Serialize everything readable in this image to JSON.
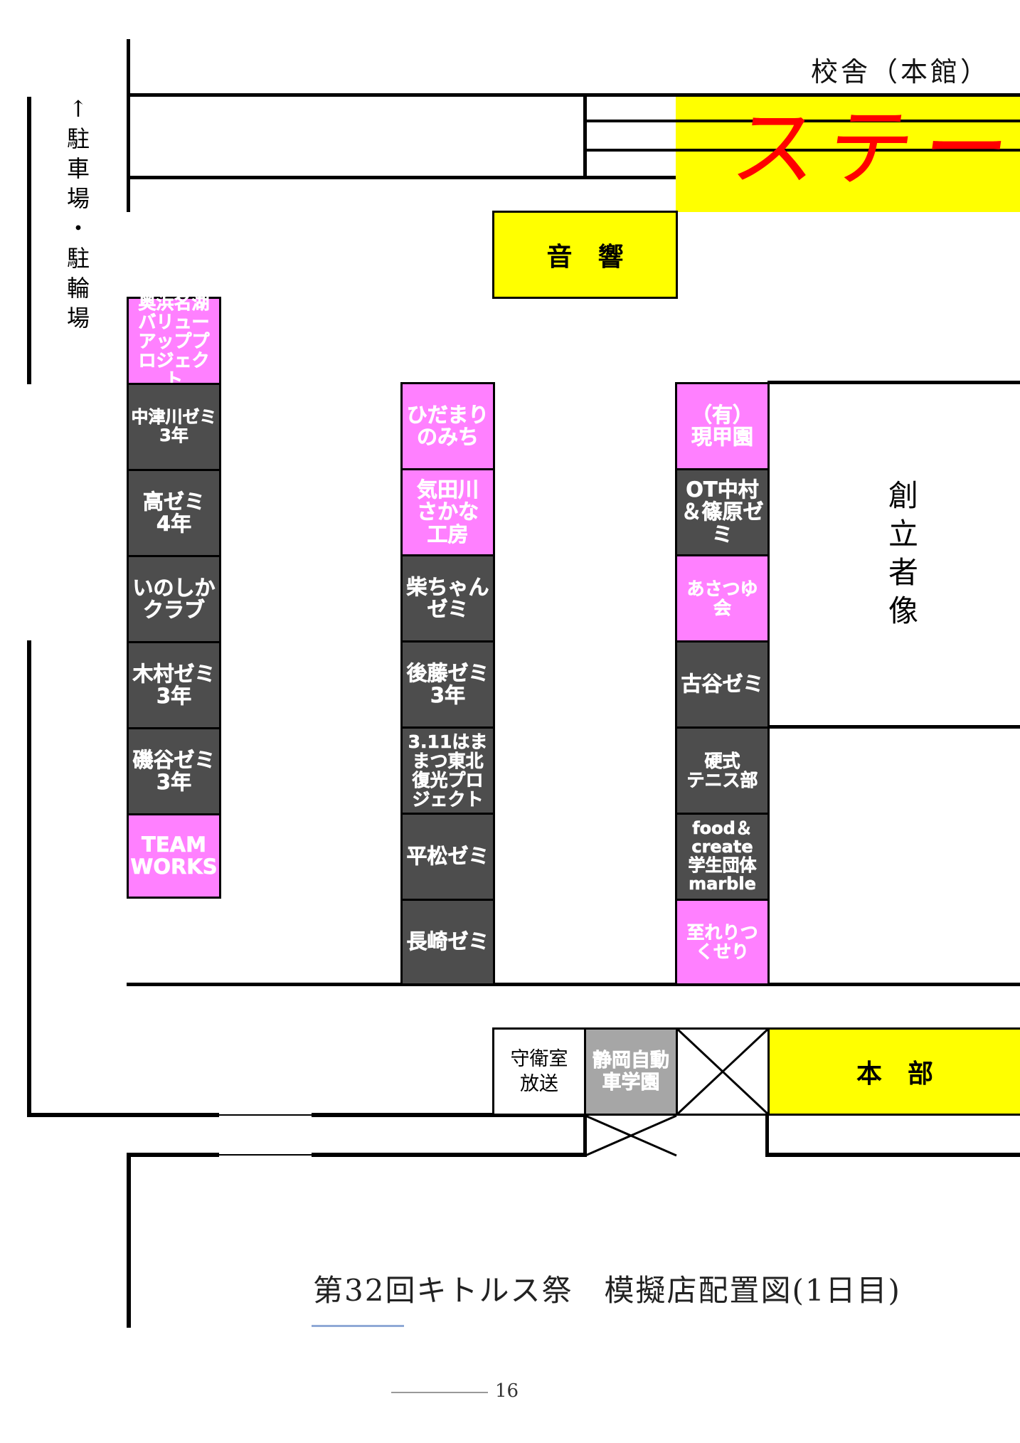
{
  "header": {
    "building_label": "校舎（本館）",
    "stage_label": "ステー",
    "sound_label": "音　響"
  },
  "parking_label": [
    "↑",
    "駐",
    "車",
    "場",
    "・",
    "駐",
    "輪",
    "場"
  ],
  "founder_label": [
    "創",
    "立",
    "者",
    "像"
  ],
  "columns": {
    "left": [
      {
        "label": "奥浜名湖\nバリュー\nアッププ\nロジェクト",
        "color": "pink"
      },
      {
        "label": "中津川ゼミ\n3年",
        "color": "gray"
      },
      {
        "label": "高ゼミ\n4年",
        "color": "gray"
      },
      {
        "label": "いのしか\nクラブ",
        "color": "gray"
      },
      {
        "label": "木村ゼミ\n3年",
        "color": "gray"
      },
      {
        "label": "磯谷ゼミ\n3年",
        "color": "gray"
      },
      {
        "label": "TEAM\nWORKS",
        "color": "pink"
      }
    ],
    "middle": [
      {
        "label": "ひだまり\nのみち",
        "color": "pink"
      },
      {
        "label": "気田川\nさかな\n工房",
        "color": "pink"
      },
      {
        "label": "柴ちゃん\nゼミ",
        "color": "gray"
      },
      {
        "label": "後藤ゼミ\n3年",
        "color": "gray"
      },
      {
        "label": "3.11はま\nまつ東北\n復光プロ\nジェクト",
        "color": "gray"
      },
      {
        "label": "平松ゼミ",
        "color": "gray"
      },
      {
        "label": "長崎ゼミ",
        "color": "gray"
      }
    ],
    "right": [
      {
        "label": "（有）\n現甲園",
        "color": "pink"
      },
      {
        "label": "OT中村\n＆篠原ゼ\nミ",
        "color": "gray"
      },
      {
        "label": "あさつゆ\n会",
        "color": "pink"
      },
      {
        "label": "古谷ゼミ",
        "color": "gray"
      },
      {
        "label": "硬式\nテニス部",
        "color": "gray"
      },
      {
        "label": "food＆\ncreate\n学生団体\nmarble",
        "color": "gray"
      },
      {
        "label": "至れりつ\nくせり",
        "color": "pink"
      }
    ]
  },
  "bottom": {
    "guard_label": "守衛室\n放送",
    "driving_school_label": "静岡自動\n車学園",
    "hq_label": "本　部"
  },
  "title": "第32回キトルス祭　模擬店配置図(1日目)",
  "page_number": "16",
  "colors": {
    "pink": "#ff80ff",
    "gray": "#4d4d4d",
    "yellow": "#ffff00",
    "stage_text": "#ff0000",
    "accent_line": "#8fa9d6"
  }
}
